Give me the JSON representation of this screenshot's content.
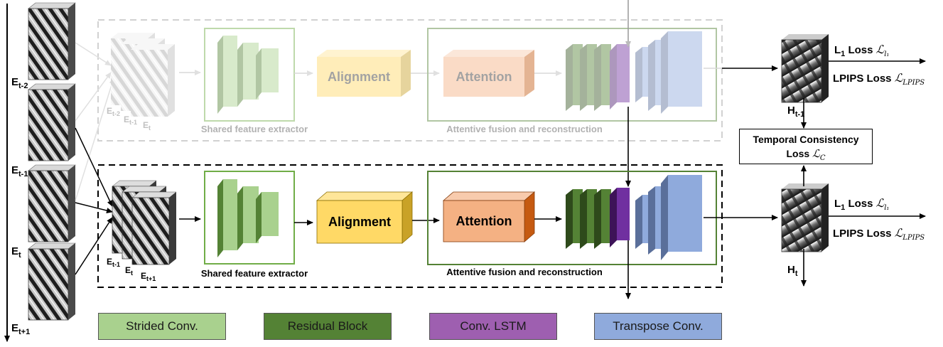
{
  "inputs": {
    "left_labels": [
      {
        "base": "E",
        "sub": "t-2"
      },
      {
        "base": "E",
        "sub": "t-1"
      },
      {
        "base": "E",
        "sub": "t"
      },
      {
        "base": "E",
        "sub": "t+1"
      }
    ],
    "top_stack_labels": [
      {
        "base": "E",
        "sub": "t-2"
      },
      {
        "base": "E",
        "sub": "t-1"
      },
      {
        "base": "E",
        "sub": "t"
      }
    ],
    "bottom_stack_labels": [
      {
        "base": "E",
        "sub": "t-1"
      },
      {
        "base": "E",
        "sub": "t"
      },
      {
        "base": "E",
        "sub": "t+1"
      }
    ]
  },
  "modules": {
    "alignment": "Alignment",
    "attention": "Attention",
    "shared_feature_extractor": "Shared feature extractor",
    "attentive_fusion": "Attentive fusion and reconstruction"
  },
  "outputs": {
    "top": {
      "base": "H",
      "sub": "t-1"
    },
    "bottom": {
      "base": "H",
      "sub": "t"
    }
  },
  "losses": {
    "l1_prefix": "L",
    "l1_sub": "1",
    "l1_word": "Loss",
    "l1_math": "ℒ",
    "l1_math_sub": "l₁",
    "lpips_text": "LPIPS Loss",
    "lpips_math": "ℒ",
    "lpips_math_sub": "LPIPS",
    "temporal_line1": "Temporal Consistency",
    "temporal_line2": "Loss",
    "temporal_math": "ℒ",
    "temporal_math_sub": "C"
  },
  "legend": [
    {
      "label": "Strided Conv.",
      "color": "#a9d18e"
    },
    {
      "label": "Residual Block",
      "color": "#548235"
    },
    {
      "label": "Conv. LSTM",
      "color": "#9e5fb0"
    },
    {
      "label": "Transpose Conv.",
      "color": "#8faadc"
    }
  ],
  "colors": {
    "strided": "#a9d18e",
    "residual": "#548235",
    "lstm": "#7030a0",
    "transpose": "#8faadc",
    "alignment": "#ffd966",
    "attention": "#f4b183",
    "frame_border": "#70ad47"
  }
}
